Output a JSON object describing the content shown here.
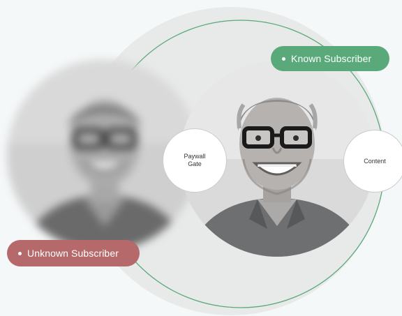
{
  "labels": {
    "known_subscriber": "Known Subscriber",
    "unknown_subscriber": "Unknown Subscriber",
    "paywall_gate": "Paywall\nGate",
    "content": "Content"
  },
  "colors": {
    "known_pill": "#5aa97b",
    "unknown_pill": "#b5696a",
    "orbit_line": "#5aa97b",
    "background_circle": "#e8e9e9"
  },
  "icons": {
    "bullet": "dot-icon"
  }
}
